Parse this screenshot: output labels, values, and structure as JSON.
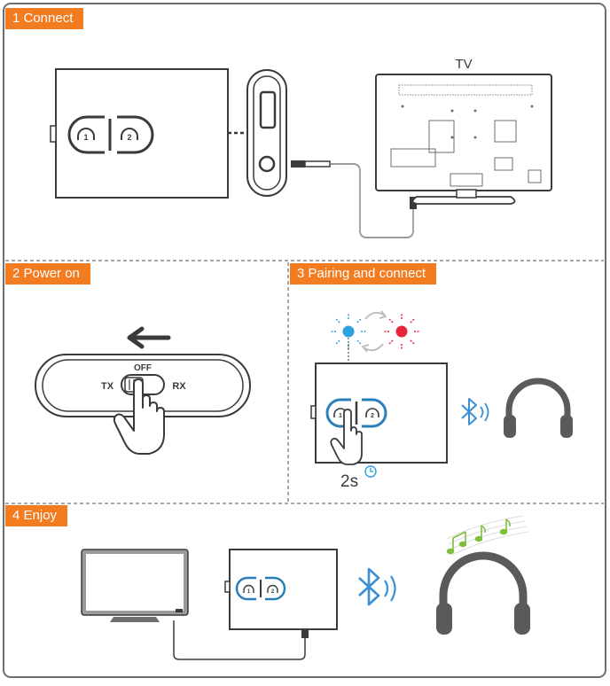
{
  "steps": [
    {
      "label": "1  Connect"
    },
    {
      "label": "2  Power on"
    },
    {
      "label": "3  Pairing and  connect"
    },
    {
      "label": "4  Enjoy"
    }
  ],
  "connect": {
    "tv_label": "TV"
  },
  "power": {
    "off_label": "OFF",
    "tx_label": "TX",
    "rx_label": "RX"
  },
  "pairing": {
    "hold_time": "2s"
  },
  "device": {
    "headphone_1": "1",
    "headphone_2": "2"
  },
  "colors": {
    "accent": "#f37b20",
    "outline": "#3a3a3a",
    "led_blue": "#2aa3e0",
    "led_red": "#e8253a",
    "bluetooth_blue": "#3a8fd6",
    "music_green": "#7cbf3a",
    "dashed_divider": "#8a8a8a"
  }
}
